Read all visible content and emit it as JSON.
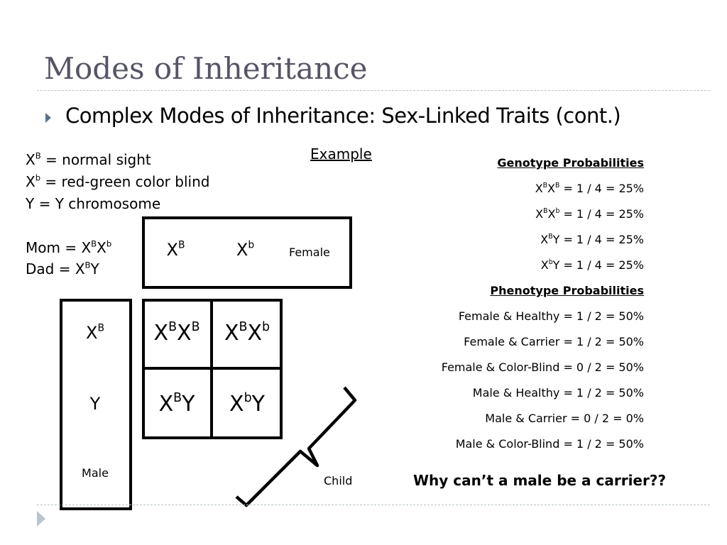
{
  "title": "Modes of Inheritance",
  "bullet": "Complex Modes of Inheritance: Sex-Linked Traits (cont.)",
  "legend": {
    "l1": {
      "base": "X",
      "sup": "B",
      "rest": " = normal sight"
    },
    "l2": {
      "base": "X",
      "sup": "b",
      "rest": " = red-green color blind"
    },
    "l3": "Y = Y chromosome",
    "mom": {
      "pre": "Mom = ",
      "x1": "X",
      "s1": "B",
      "x2": "X",
      "s2": "b"
    },
    "dad": {
      "pre": "Dad = ",
      "x1": "X",
      "s1": "B",
      "post": "Y"
    }
  },
  "example_label": "Example",
  "female_box": {
    "g1": {
      "base": "X",
      "sup": "B"
    },
    "g2": {
      "base": "X",
      "sup": "b"
    },
    "label": "Female"
  },
  "male_box": {
    "g1": {
      "base": "X",
      "sup": "B"
    },
    "g2": "Y",
    "label": "Male"
  },
  "punnett": {
    "c11": {
      "a": "X",
      "as": "B",
      "b": "X",
      "bs": "B"
    },
    "c12": {
      "a": "X",
      "as": "B",
      "b": "X",
      "bs": "b"
    },
    "c21": {
      "a": "X",
      "as": "B",
      "post": "Y"
    },
    "c22": {
      "a": "X",
      "as": "b",
      "post": "Y"
    }
  },
  "child_label": "Child",
  "genotype": {
    "header": "Genotype Probabilities",
    "r1": {
      "x1": "X",
      "s1": "B",
      "x2": "X",
      "s2": "B",
      "rest": " = 1 / 4 = 25%"
    },
    "r2": {
      "x1": "X",
      "s1": "B",
      "x2": "X",
      "s2": "b",
      "rest": " = 1 / 4 = 25%"
    },
    "r3": {
      "x1": "X",
      "s1": "B",
      "rest": "Y = 1 / 4 = 25%"
    },
    "r4": {
      "x1": "X",
      "s1": "b",
      "rest": "Y = 1 / 4 = 25%"
    }
  },
  "phenotype": {
    "header": "Phenotype Probabilities",
    "rows": [
      "Female & Healthy = 1 / 2 = 50%",
      "Female & Carrier = 1 / 2 = 50%",
      "Female & Color-Blind = 0 / 2 = 50%",
      "Male & Healthy = 1 / 2 = 50%",
      "Male & Carrier = 0 / 2 = 0%",
      "Male & Color-Blind = 1 / 2 = 50%"
    ]
  },
  "question": "Why can’t a male be a carrier??"
}
